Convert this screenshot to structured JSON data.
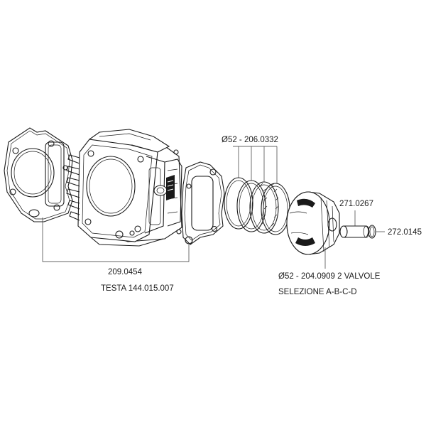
{
  "labels": {
    "rings": "Ø52 - 206.0332",
    "pin": "271.0267",
    "clip": "272.0145",
    "gasket_set": "209.0454",
    "head": "TESTA 144.015.007",
    "piston": "Ø52 - 204.0909  2 VALVOLE",
    "piston_selection": "SELEZIONE A-B-C-D"
  },
  "colors": {
    "line": "#1a1a1a",
    "background": "#ffffff"
  }
}
